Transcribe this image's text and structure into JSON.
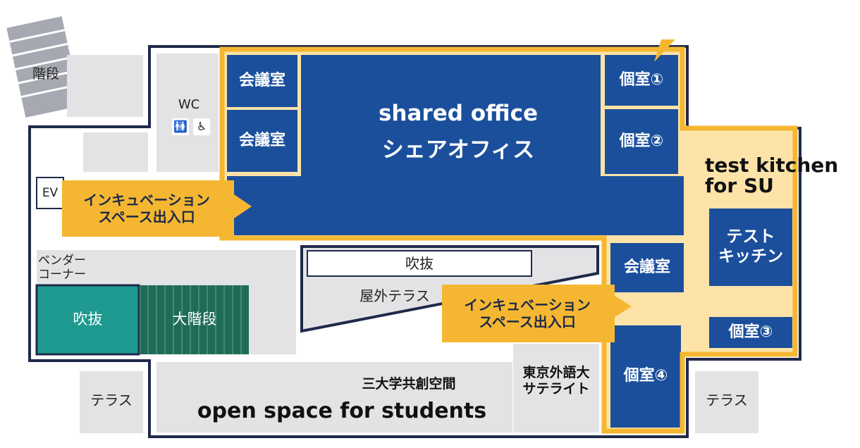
{
  "colors": {
    "navy": "#1b4f9c",
    "outline": "#1e2a4a",
    "yellow": "#f5b731",
    "cream": "#fde3a8",
    "gray": "#e3e3e6",
    "teal": "#1e9a91",
    "dark_green": "#1f6b58",
    "white": "#ffffff"
  },
  "stairs_label": "階段",
  "wc": {
    "label": "WC",
    "restroom_icon": "restroom-icon",
    "accessible_icon": "wheelchair-icon"
  },
  "ev_label": "EV",
  "meeting_room_1": "会議室",
  "meeting_room_2": "会議室",
  "meeting_room_3": "会議室",
  "shared_office": {
    "en": "shared office",
    "jp": "シェアオフィス"
  },
  "private_room_1": "個室①",
  "private_room_2": "個室②",
  "private_room_3": "個室③",
  "private_room_4": "個室④",
  "test_kitchen": {
    "en": "test kitchen\nfor SU",
    "jp": "テスト\nキッチン"
  },
  "incubation_entrance_1": "インキュベーション\nスペース出入口",
  "incubation_entrance_2": "インキュベーション\nスペース出入口",
  "vending_corner": "ベンダー\nコーナー",
  "atrium_1": "吹抜",
  "atrium_2": "吹抜",
  "grand_stairs": "大階段",
  "outdoor_terrace": "屋外テラス",
  "collab_space": {
    "jp": "三大学共創空間",
    "en": "open space for students"
  },
  "tufs_satellite": "東京外語大\nサテライト",
  "terrace_left": "テラス",
  "terrace_right": "テラス"
}
